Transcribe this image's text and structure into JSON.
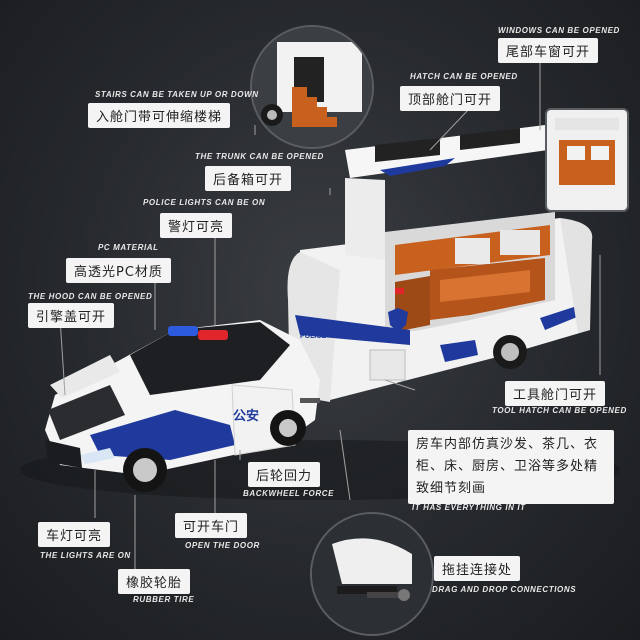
{
  "callouts": {
    "windows": {
      "en": "WINDOWS CAN BE OPENED",
      "cn": "尾部车窗可开"
    },
    "hatch": {
      "en": "HATCH CAN BE OPENED",
      "cn": "顶部舱门可开"
    },
    "stairs": {
      "en": "STAIRS CAN BE TAKEN UP OR DOWN",
      "cn": "入舱门带可伸缩楼梯"
    },
    "trunk": {
      "en": "THE TRUNK CAN BE OPENED",
      "cn": "后备箱可开"
    },
    "police_lights": {
      "en": "POLICE LIGHTS CAN BE ON",
      "cn": "警灯可亮"
    },
    "pc_material": {
      "en": "PC MATERIAL",
      "cn": "高透光PC材质"
    },
    "hood": {
      "en": "THE HOOD CAN BE OPENED",
      "cn": "引擎盖可开"
    },
    "tool_hatch": {
      "en": "TOOL HATCH CAN BE OPENED",
      "cn": "工具舱门可开"
    },
    "interior": {
      "en": "IT HAS EVERYTHING IN IT",
      "cn": "房车内部仿真沙发、茶几、衣柜、床、厨房、卫浴等多处精致细节刻画"
    },
    "backwheel": {
      "en": "BACKWHEEL FORCE",
      "cn": "后轮回力"
    },
    "door": {
      "en": "OPEN THE DOOR",
      "cn": "可开车门"
    },
    "lights": {
      "en": "THE LIGHTS ARE ON",
      "cn": "车灯可亮"
    },
    "tire": {
      "en": "RUBBER TIRE",
      "cn": "橡胶轮胎"
    },
    "drag": {
      "en": "DRAG AND DROP CONNECTIONS",
      "cn": "拖挂连接处"
    }
  },
  "vehicle_text": {
    "car_door": "公安",
    "trailer_cn": "警察",
    "trailer_en": "POLICE"
  },
  "colors": {
    "police_blue": "#1f3a9c",
    "light_red": "#e0262b",
    "light_blue": "#2d5be0",
    "interior_orange": "#c8611e",
    "body_white": "#f4f4f4"
  }
}
